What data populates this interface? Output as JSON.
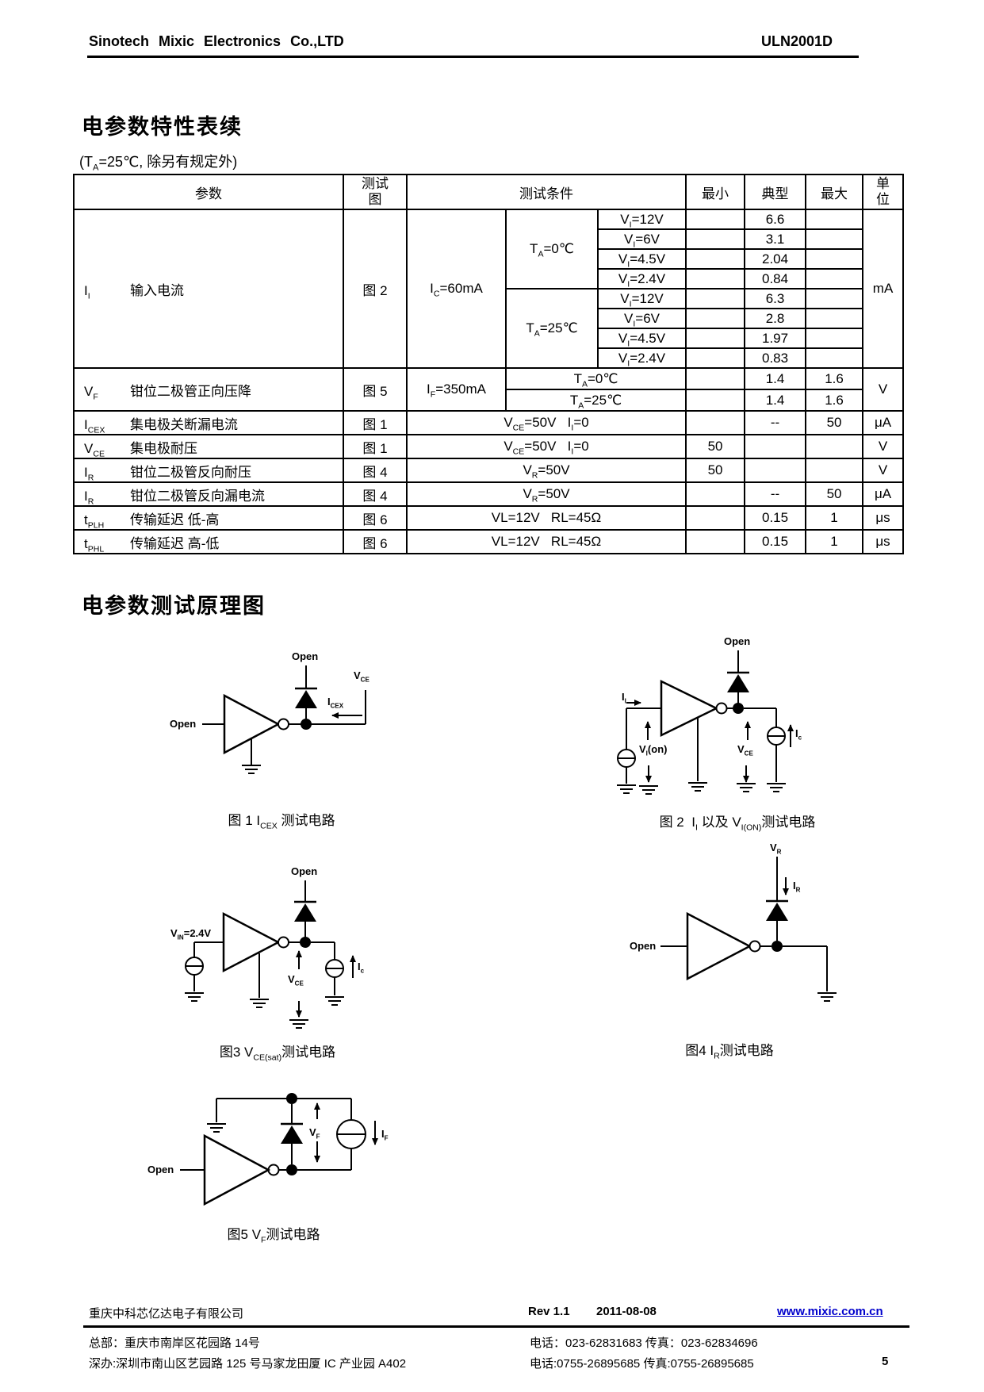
{
  "header": {
    "company": "Sinotech Mixic Electronics Co.,LTD",
    "part": "ULN2001D"
  },
  "sections": {
    "table_title": "电参数特性表续",
    "table_note": "(T~A~=25℃, 除另有规定外)",
    "schematic_title": "电参数测试原理图"
  },
  "table": {
    "headers": {
      "param": "参数",
      "fig": "测试\n图",
      "cond": "测试条件",
      "min": "最小",
      "typ": "典型",
      "max": "最大",
      "unit": "单\n位"
    },
    "ii": {
      "symbol": "I~I~",
      "name": "输入电流",
      "fig": "图 2",
      "cond": "I~C~=60mA",
      "unit": "mA",
      "groups": [
        {
          "temp": "T~A~=0℃",
          "rows": [
            {
              "v": "V~I~=12V",
              "min": "",
              "typ": "6.6",
              "max": ""
            },
            {
              "v": "V~I~=6V",
              "min": "",
              "typ": "3.1",
              "max": ""
            },
            {
              "v": "V~I~=4.5V",
              "min": "",
              "typ": "2.04",
              "max": ""
            },
            {
              "v": "V~I~=2.4V",
              "min": "",
              "typ": "0.84",
              "max": ""
            }
          ]
        },
        {
          "temp": "T~A~=25℃",
          "rows": [
            {
              "v": "V~I~=12V",
              "min": "",
              "typ": "6.3",
              "max": ""
            },
            {
              "v": "V~I~=6V",
              "min": "",
              "typ": "2.8",
              "max": ""
            },
            {
              "v": "V~I~=4.5V",
              "min": "",
              "typ": "1.97",
              "max": ""
            },
            {
              "v": "V~I~=2.4V",
              "min": "",
              "typ": "0.83",
              "max": ""
            }
          ]
        }
      ]
    },
    "vf": {
      "symbol": "V~F~",
      "name": "钳位二极管正向压降",
      "fig": "图 5",
      "cond": "I~F~=350mA",
      "unit": "V",
      "rows": [
        {
          "temp": "T~A~=0℃",
          "min": "",
          "typ": "1.4",
          "max": "1.6"
        },
        {
          "temp": "T~A~=25℃",
          "min": "",
          "typ": "1.4",
          "max": "1.6"
        }
      ]
    },
    "singles": [
      {
        "symbol": "I~CEX~",
        "name": "集电极关断漏电流",
        "fig": "图 1",
        "cond": "V~CE~=50V   I~I~=0",
        "min": "",
        "typ": "--",
        "max": "50",
        "unit": "μA"
      },
      {
        "symbol": "V~CE~",
        "name": "集电极耐压",
        "fig": "图 1",
        "cond": "V~CE~=50V   I~I~=0",
        "min": "50",
        "typ": "",
        "max": "",
        "unit": "V"
      },
      {
        "symbol": "I~R~",
        "name": "钳位二极管反向耐压",
        "fig": "图 4",
        "cond": "V~R~=50V",
        "min": "50",
        "typ": "",
        "max": "",
        "unit": "V"
      },
      {
        "symbol": "I~R~",
        "name": "钳位二极管反向漏电流",
        "fig": "图 4",
        "cond": "V~R~=50V",
        "min": "",
        "typ": "--",
        "max": "50",
        "unit": "μA"
      },
      {
        "symbol": "t~PLH~",
        "name": "传输延迟 低-高",
        "fig": "图 6",
        "cond": "VL=12V   RL=45Ω",
        "min": "",
        "typ": "0.15",
        "max": "1",
        "unit": "μs"
      },
      {
        "symbol": "t~PHL~",
        "name": "传输延迟 高-低",
        "fig": "图 6",
        "cond": "VL=12V   RL=45Ω",
        "min": "",
        "typ": "0.15",
        "max": "1",
        "unit": "μs"
      }
    ]
  },
  "figures": {
    "fig1": {
      "open_top": "Open",
      "vce": "V~CE~",
      "icex": "I~CEX~",
      "open_in": "Open",
      "caption": "图 1 I~CEX~ 测试电路"
    },
    "fig2": {
      "open_top": "Open",
      "ii": "I~I~",
      "vion": "V~I~(on)",
      "vce": "V~CE~",
      "ic": "I~c~",
      "caption": "图 2  I~I~ 以及 V~I(ON)~测试电路"
    },
    "fig3": {
      "open_top": "Open",
      "vin": "V~IN~=2.4V",
      "vce": "V~CE~",
      "ic": "I~c~",
      "caption": "图3 V~CE(sat)~测试电路"
    },
    "fig4": {
      "vr": "V~R~",
      "ir": "I~R~",
      "open_in": "Open",
      "caption": "图4 I~R~测试电路"
    },
    "fig5": {
      "open_in": "Open",
      "vf": "V~F~",
      "if": "I~F~",
      "caption": "图5 V~F~测试电路"
    }
  },
  "footer": {
    "company": "重庆中科芯亿达电子有限公司",
    "rev": "Rev 1.1",
    "date": "2011-08-08",
    "site": "www.mixic.com.cn",
    "hq": "总部：重庆市南岸区花园路 14号",
    "hq_tel": "电话：023-62831683  传真：023-62834696",
    "sz": "深办:深圳市南山区艺园路 125 号马家龙田厦 IC 产业园 A402",
    "sz_tel": "电话:0755-26895685  传真:0755-26895685",
    "page": "5"
  }
}
